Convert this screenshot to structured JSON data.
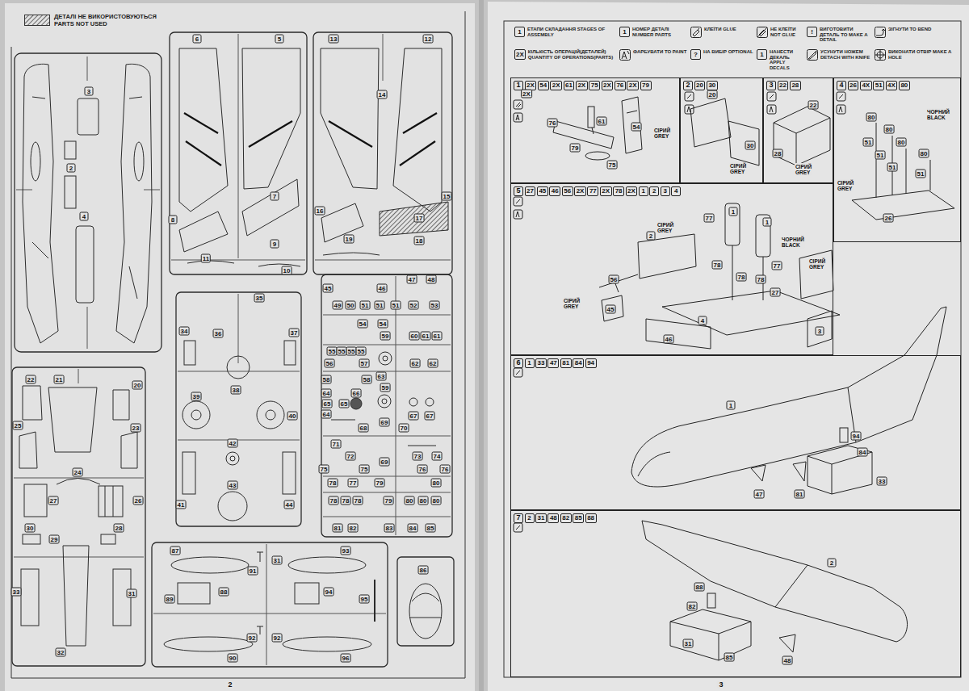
{
  "diagram": {
    "nodes": [
      {
        "text": [
          "1",
          "ЕТАПИ СКЛАДАННЯ STAGES OF ASSEMBLY"
        ]
      },
      {
        "text": [
          "1",
          "НОМЕР ДЕТАЛІ NUMBER PARTS"
        ]
      },
      {
        "text": [
          "КЛЕЇТИ GLUE"
        ]
      },
      {
        "text": [
          "НЕ КЛЕЇТИ NOT GLUE"
        ]
      },
      {
        "text": [
          "!",
          "ВИГОТОВИТИ ДЕТАЛЬ TO MAKE A DETAIL"
        ]
      },
      {
        "text": [
          "ЗІГНУТИ TO BEND"
        ]
      },
      {
        "text": [
          "2X",
          "КІЛЬКІСТЬ ОПЕРАЦІЙ(ДЕТАЛЕЙ) QUANTITY OF OPERATIONS(PARTS)"
        ]
      },
      {
        "text": [
          "ФАРБУВАТИ TO PAINT"
        ]
      },
      {
        "text": [
          "?",
          "НА ВИБІР OPTIONAL"
        ]
      },
      {
        "text": [
          "1",
          "НАНЕСТИ ДЕКАЛЬ APPLY DECALS"
        ]
      },
      {
        "text": [
          "УСУНУТИ НОЖЕМ DETACH WITH KNIFE"
        ]
      },
      {
        "text": [
          "ВИКОНАТИ ОТВІР MAKE A HOLE"
        ]
      },
      {
        "text": [
          "1",
          "2X",
          "54",
          "2X",
          "61",
          "2X",
          "75",
          "2X",
          "76",
          "2X",
          "79"
        ]
      },
      {
        "text": [
          "2",
          "20",
          "30"
        ]
      },
      {
        "text": [
          "3",
          "22",
          "28"
        ]
      },
      {
        "text": [
          "4",
          "26",
          "4X",
          "51",
          "4X",
          "80"
        ]
      },
      {
        "text": [
          "5",
          "27",
          "45",
          "46",
          "56",
          "2X",
          "77",
          "2X",
          "78",
          "2X",
          "1",
          "2",
          "3",
          "4"
        ]
      },
      {
        "text": [
          "6",
          "1",
          "33",
          "47",
          "81",
          "84",
          "94"
        ]
      },
      {
        "text": [
          "7",
          "2",
          "31",
          "48",
          "82",
          "85",
          "88"
        ]
      }
    ],
    "labels": [
      "3",
      "2",
      "4",
      "6",
      "5",
      "7",
      "8",
      "9",
      "11",
      "10",
      "13",
      "12",
      "14",
      "15",
      "16",
      "17",
      "18",
      "19",
      "22",
      "21",
      "20",
      "25",
      "23",
      "24",
      "27",
      "26",
      "30",
      "28",
      "29",
      "33",
      "31",
      "32",
      "35",
      "34",
      "36",
      "37",
      "38",
      "39",
      "40",
      "42",
      "43",
      "41",
      "44",
      "45",
      "46",
      "47",
      "48",
      "49",
      "50",
      "51",
      "51",
      "51",
      "52",
      "53",
      "54",
      "54",
      "59",
      "60",
      "61",
      "61",
      "55",
      "55",
      "55",
      "55",
      "56",
      "57",
      "62",
      "62",
      "58",
      "58",
      "63",
      "59",
      "64",
      "66",
      "65",
      "65",
      "64",
      "67",
      "67",
      "68",
      "69",
      "70",
      "71",
      "72",
      "73",
      "74",
      "69",
      "75",
      "75",
      "76",
      "76",
      "78",
      "77",
      "79",
      "80",
      "78",
      "78",
      "78",
      "79",
      "80",
      "80",
      "80",
      "81",
      "82",
      "83",
      "84",
      "85",
      "87",
      "91",
      "31",
      "93",
      "89",
      "88",
      "94",
      "95",
      "92",
      "92",
      "90",
      "96",
      "86",
      "2",
      "3",
      "2X",
      "61",
      "54",
      "76",
      "79",
      "75",
      "СІРИЙ GREY",
      "20",
      "30",
      "СІРИЙ GREY",
      "22",
      "28",
      "СІРИЙ GREY",
      "80",
      "80",
      "80",
      "80",
      "51",
      "51",
      "51",
      "51",
      "26",
      "ЧОРНИЙ BLACK",
      "СІРИЙ GREY",
      "77",
      "СІРИЙ GREY",
      "1",
      "1",
      "2",
      "ЧОРНИЙ BLACK",
      "СІРИЙ GREY",
      "78",
      "78",
      "77",
      "78",
      "27",
      "56",
      "СІРИЙ GREY",
      "45",
      "4",
      "3",
      "46",
      "1",
      "94",
      "84",
      "33",
      "47",
      "81",
      "2",
      "88",
      "82",
      "31",
      "85",
      "48"
    ],
    "legend": [
      {
        "text": "ДЕТАЛІ НЕ ВИКОРИСТОВУЮТЬСЯ PARTS NOT USED"
      }
    ]
  }
}
